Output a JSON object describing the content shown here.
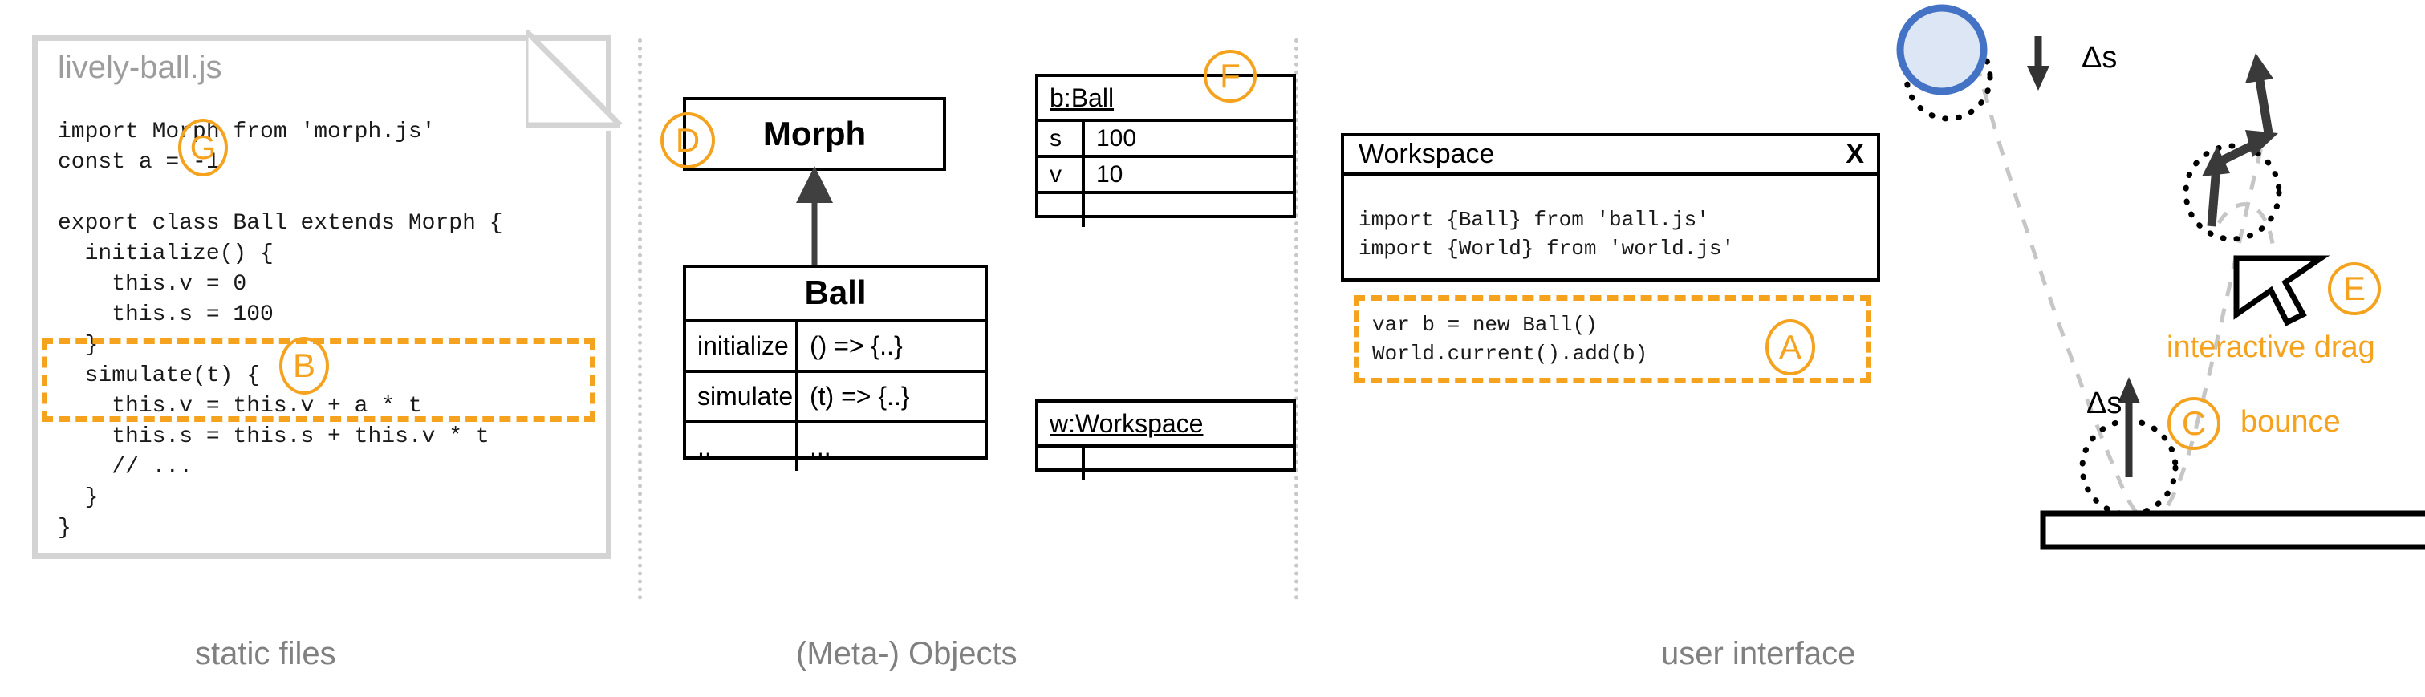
{
  "panels": {
    "static_files": {
      "caption": "static files",
      "file_title": "lively-ball.js",
      "code": "import Morph from 'morph.js'\nconst a = -1\n\nexport class Ball extends Morph {\n  initialize() {\n    this.v = 0\n    this.s = 100\n  }\n  simulate(t) {\n    this.v = this.v + a * t\n    this.s = this.s + this.v * t\n    // ...\n  }\n}"
    },
    "meta_objects": {
      "caption": "(Meta-) Objects",
      "superclass": {
        "name": "Morph"
      },
      "subclass": {
        "name": "Ball",
        "rows": [
          {
            "member": "initialize",
            "signature": "() => {..}"
          },
          {
            "member": "simulate",
            "signature": "(t) => {..}"
          },
          {
            "member": "..",
            "signature": "..."
          }
        ]
      },
      "instances": [
        {
          "title": "b:Ball",
          "rows": [
            {
              "key": "s",
              "value": "100"
            },
            {
              "key": "v",
              "value": "10"
            },
            {
              "key": "..",
              "value": "..."
            }
          ]
        },
        {
          "title": "w:Workspace",
          "rows": [
            {
              "key": "..",
              "value": "..."
            }
          ]
        }
      ]
    },
    "user_interface": {
      "caption": "user interface",
      "workspace": {
        "title": "Workspace",
        "close_label": "X",
        "code_top": "import {Ball} from 'ball.js'\nimport {World} from 'world.js'",
        "code_highlighted": "var b = new Ball()\nWorld.current().add(b)"
      },
      "annotations": {
        "delta_s_top": "Δs",
        "delta_s_bottom": "Δs",
        "interactive_drag": "interactive drag",
        "bounce": "bounce"
      }
    }
  },
  "badges": {
    "a": "A",
    "b": "B",
    "c": "C",
    "d": "D",
    "e": "E",
    "f": "F",
    "g": "G"
  },
  "colors": {
    "accent_orange": "#F5A31E",
    "ball_stroke": "#4472C4",
    "ball_fill": "#DCE6F5",
    "caption_gray": "#808080",
    "card_border": "#D4D4D4",
    "arrow_dark": "#404040"
  }
}
